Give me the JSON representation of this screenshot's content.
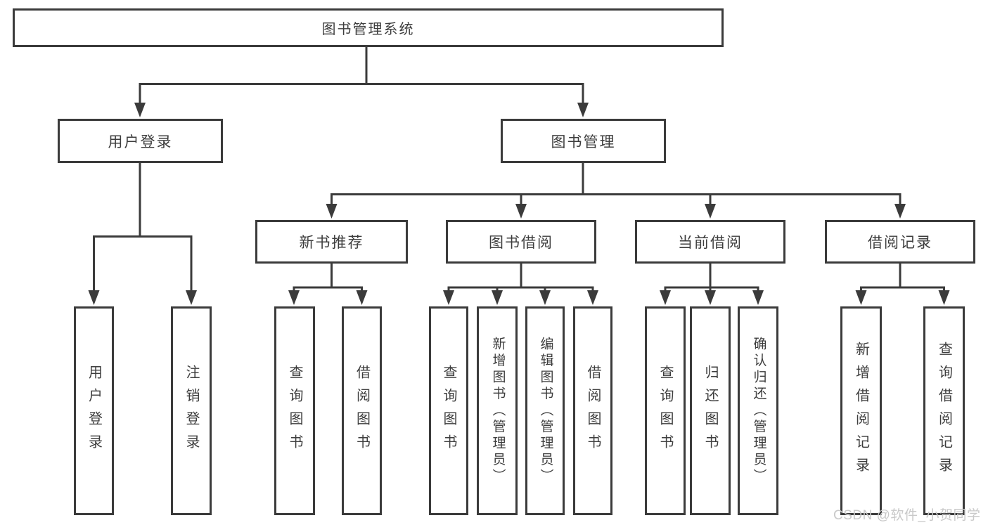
{
  "diagram": {
    "title": "图书管理系统",
    "branches": [
      {
        "label": "用户登录",
        "leaves": [
          "用户登录",
          "注销登录"
        ]
      },
      {
        "label": "图书管理",
        "groups": [
          {
            "label": "新书推荐",
            "leaves": [
              "查询图书",
              "借阅图书"
            ]
          },
          {
            "label": "图书借阅",
            "leaves": [
              "查询图书",
              "新增图书（管理员）",
              "编辑图书（管理员）",
              "借阅图书"
            ]
          },
          {
            "label": "当前借阅",
            "leaves": [
              "查询图书",
              "归还图书",
              "确认归还（管理员）"
            ]
          },
          {
            "label": "借阅记录",
            "leaves": [
              "新增借阅记录",
              "查询借阅记录"
            ]
          }
        ]
      }
    ]
  },
  "style": {
    "line_color": "#3b3b3b",
    "text_color": "#3d3d3d",
    "box_fill": "#ffffff",
    "watermark_color": "#c9c9c9"
  },
  "watermark": "CSDN @软件_小贺同学"
}
